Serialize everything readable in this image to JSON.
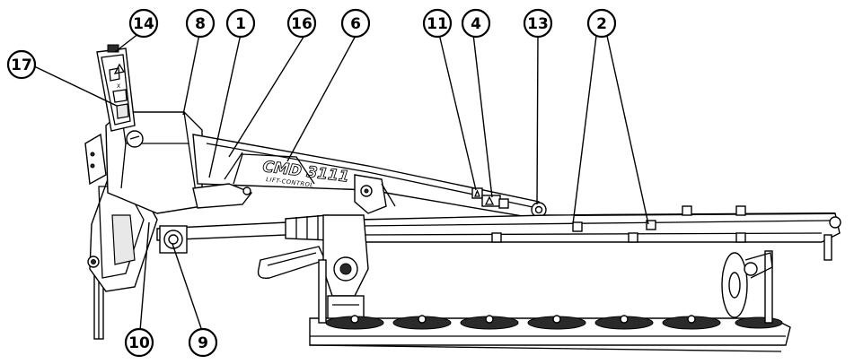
{
  "labels": {
    "c14": "14",
    "c8": "8",
    "c1": "1",
    "c16": "16",
    "c6": "6",
    "c11": "11",
    "c4": "4",
    "c13": "13",
    "c2": "2",
    "c17": "17",
    "c10": "10",
    "c9": "9"
  },
  "machine": {
    "model": "CMD 3111",
    "subtitle": "LIFT-CONTROL"
  }
}
